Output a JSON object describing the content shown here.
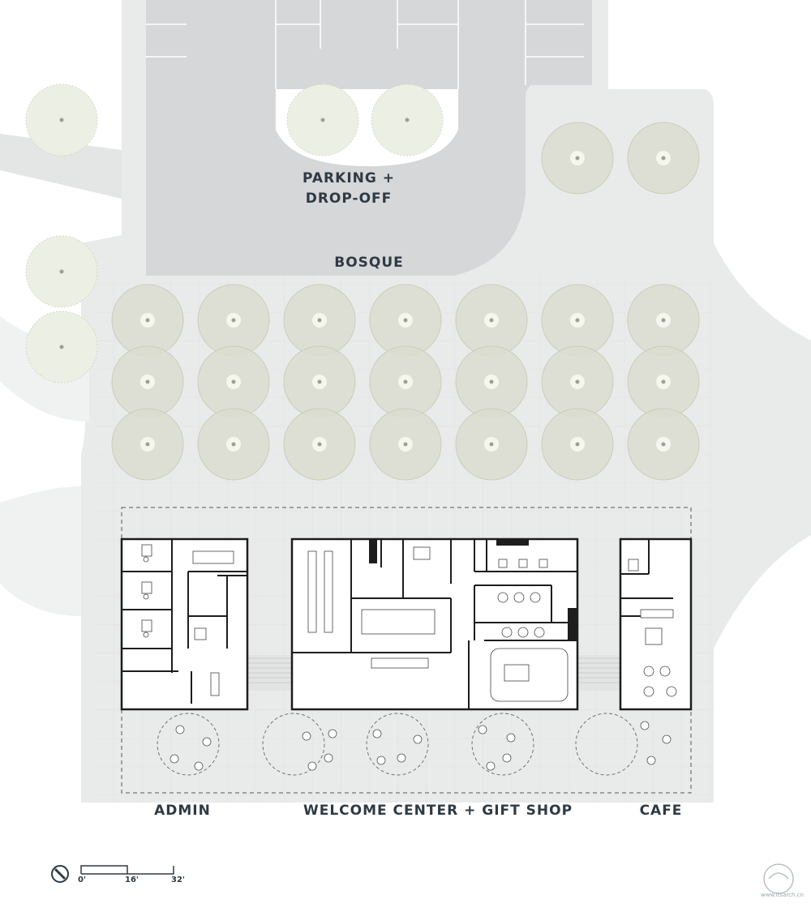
{
  "labels": {
    "parking_line1": "PARKING +",
    "parking_line2": "DROP-OFF",
    "bosque": "BOSQUE",
    "admin": "ADMIN",
    "welcome_center": "WELCOME CENTER + GIFT SHOP",
    "cafe": "CAFE"
  },
  "scale_bar": {
    "ticks": [
      "0'",
      "16'",
      "32'"
    ]
  },
  "watermark": {
    "text": "www.itsarch.cn"
  },
  "colors": {
    "paving": "#e9eaea",
    "parking": "#d6d7d8",
    "bosque_tree": "#dcddd0",
    "outer_tree": "#ecefe3",
    "tree_core": "#f5f6ee",
    "wall": "#1d1d1d",
    "label": "#2e3a44"
  }
}
